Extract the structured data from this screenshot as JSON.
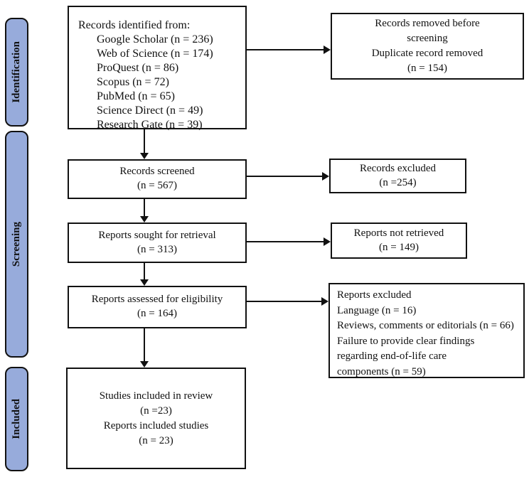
{
  "sidebar": {
    "stages": [
      {
        "label": "Identification"
      },
      {
        "label": "Screening"
      },
      {
        "label": "Included"
      }
    ]
  },
  "colors": {
    "stage_fill": "#97abdb",
    "line_color": "#111111",
    "bg": "#ffffff"
  },
  "boxes": {
    "identified": {
      "title": "Records identified from:",
      "items": [
        "Google Scholar (n = 236)",
        "Web of Science (n = 174)",
        "ProQuest (n = 86)",
        "Scopus (n = 72)",
        "PubMed (n = 65)",
        "Science Direct (n = 49)",
        "Research Gate (n = 39)"
      ]
    },
    "removed_before_screening": {
      "lines": [
        "Records removed before",
        "screening",
        "Duplicate record removed",
        "(n = 154)"
      ]
    },
    "screened": {
      "lines": [
        "Records screened",
        "(n = 567)"
      ]
    },
    "records_excluded": {
      "lines": [
        "Records excluded",
        "(n =254)"
      ]
    },
    "sought": {
      "lines": [
        "Reports sought for retrieval",
        "(n = 313)"
      ]
    },
    "not_retrieved": {
      "lines": [
        "Reports not retrieved",
        "(n = 149)"
      ]
    },
    "assessed": {
      "lines": [
        "Reports assessed for eligibility",
        "(n = 164)"
      ]
    },
    "reports_excluded": {
      "lines": [
        "Reports excluded",
        "Language (n = 16)",
        "Reviews, comments or editorials (n = 66)",
        "Failure to provide clear findings",
        "regarding end-of-life care",
        "components (n = 59)"
      ]
    },
    "included": {
      "lines": [
        "Studies included in review",
        "(n =23)",
        "Reports included studies",
        "(n = 23)"
      ]
    }
  }
}
